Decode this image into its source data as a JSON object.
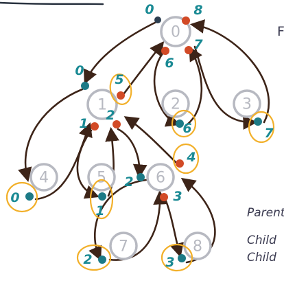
{
  "nodes": [
    {
      "id": "node-0",
      "label": "0"
    },
    {
      "id": "node-1",
      "label": "1"
    },
    {
      "id": "node-2",
      "label": "2"
    },
    {
      "id": "node-3",
      "label": "3"
    },
    {
      "id": "node-4",
      "label": "4"
    },
    {
      "id": "node-5",
      "label": "5"
    },
    {
      "id": "node-6",
      "label": "6"
    },
    {
      "id": "node-7",
      "label": "7"
    },
    {
      "id": "node-8",
      "label": "8"
    }
  ],
  "order_numbers": [
    "0",
    "8",
    "6",
    "7",
    "0",
    "5",
    "1",
    "2",
    "6",
    "7",
    "4",
    "2",
    "3",
    "0",
    "1",
    "2",
    "3"
  ],
  "side_text": {
    "letter": "F",
    "line1": "Parent",
    "line2": "Child",
    "line3": "Child"
  },
  "colors": {
    "enter_dot": "#1c7a86",
    "exit_dot": "#d24a26",
    "highlight": "#f2b02a",
    "node_outline": "#b7b9c1",
    "arrow": "#3d2418"
  }
}
